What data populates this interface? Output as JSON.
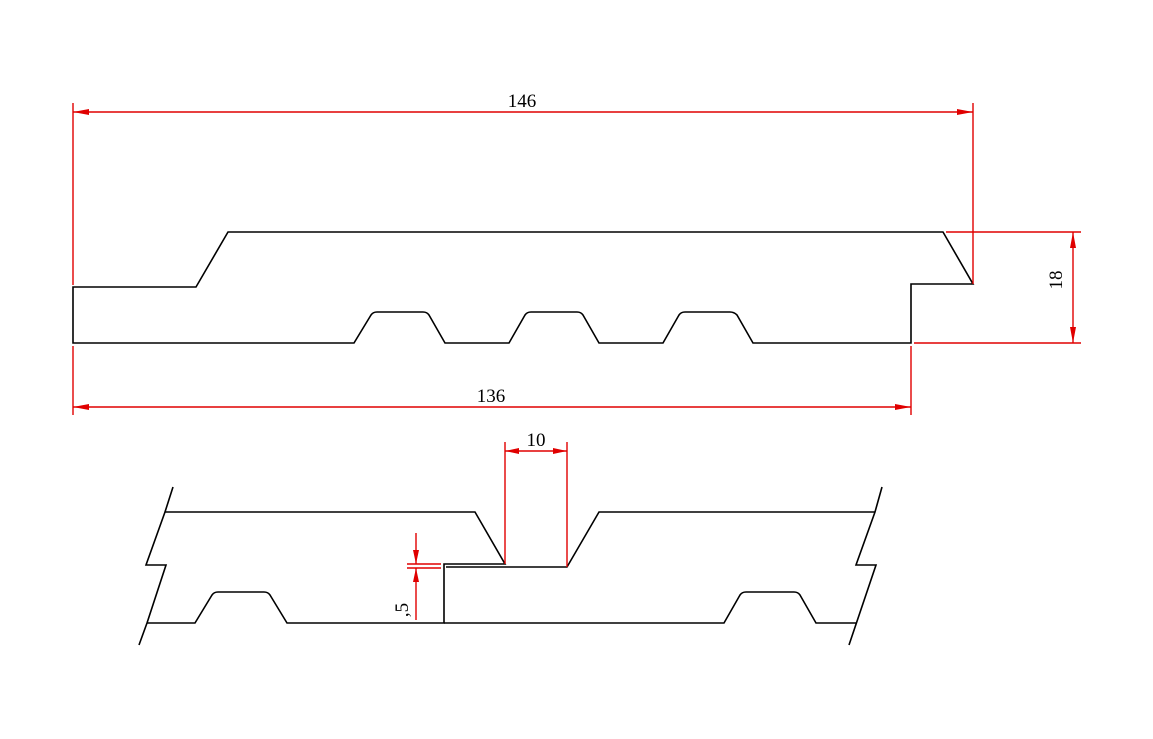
{
  "dimensions": {
    "overall_width": "146",
    "cover_width": "136",
    "thickness": "18",
    "tongue_width": "10",
    "gap": ",5"
  },
  "colors": {
    "profile": "#000000",
    "dimension": "#e00000"
  }
}
